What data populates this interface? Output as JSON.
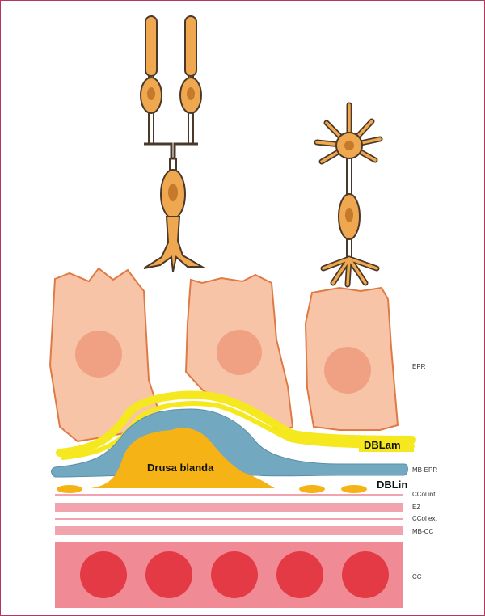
{
  "labels": {
    "epr": "EPR",
    "dblam": "DBLam",
    "drusa": "Drusa blanda",
    "mb_epr": "MB-EPR",
    "dblin": "DBLin",
    "ccol_int": "CCol int",
    "ez": "EZ",
    "ccol_ext": "CCol ext",
    "mb_cc": "MB-CC",
    "cc": "CC"
  },
  "colors": {
    "frame": "#b5365f",
    "neuron": "#f0a850",
    "neuron_outline": "#4a3828",
    "nucleus": "#c47a2a",
    "rpe_cell": "#f8c4a8",
    "rpe_outline": "#e07a45",
    "rpe_nucleus": "#f0a184",
    "dblam": "#f5e81e",
    "bruch_epr": "#72a9c0",
    "drusen": "#f5b316",
    "stripe_pink": "#f2a4ae",
    "choriocapillaris": "#f08a94",
    "capillary": "#e33a46"
  }
}
